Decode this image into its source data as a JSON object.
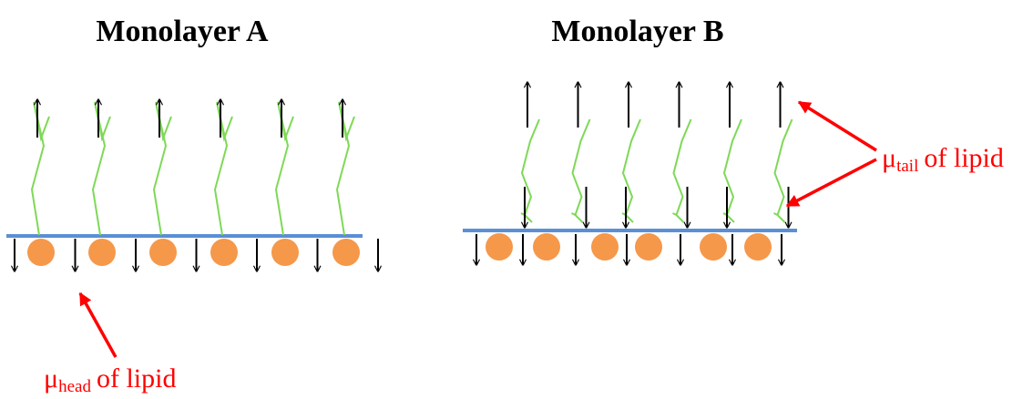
{
  "panels": [
    {
      "title": "Monolayer A",
      "lipid_count": 6,
      "arrangement": "single"
    },
    {
      "title": "Monolayer B",
      "lipid_count": 6,
      "arrangement": "paired"
    }
  ],
  "annotations": {
    "head": {
      "symbol": "μ",
      "subscript": "head",
      "text": "of lipid"
    },
    "tail": {
      "symbol": "μ",
      "subscript": "tail",
      "text": "of lipid"
    }
  },
  "colors": {
    "interface_line": "#5b8fd6",
    "head_group": "#f5984a",
    "tail_chain": "#7ed957",
    "dipole_arrow": "#000000",
    "annotation": "#ff0000"
  }
}
